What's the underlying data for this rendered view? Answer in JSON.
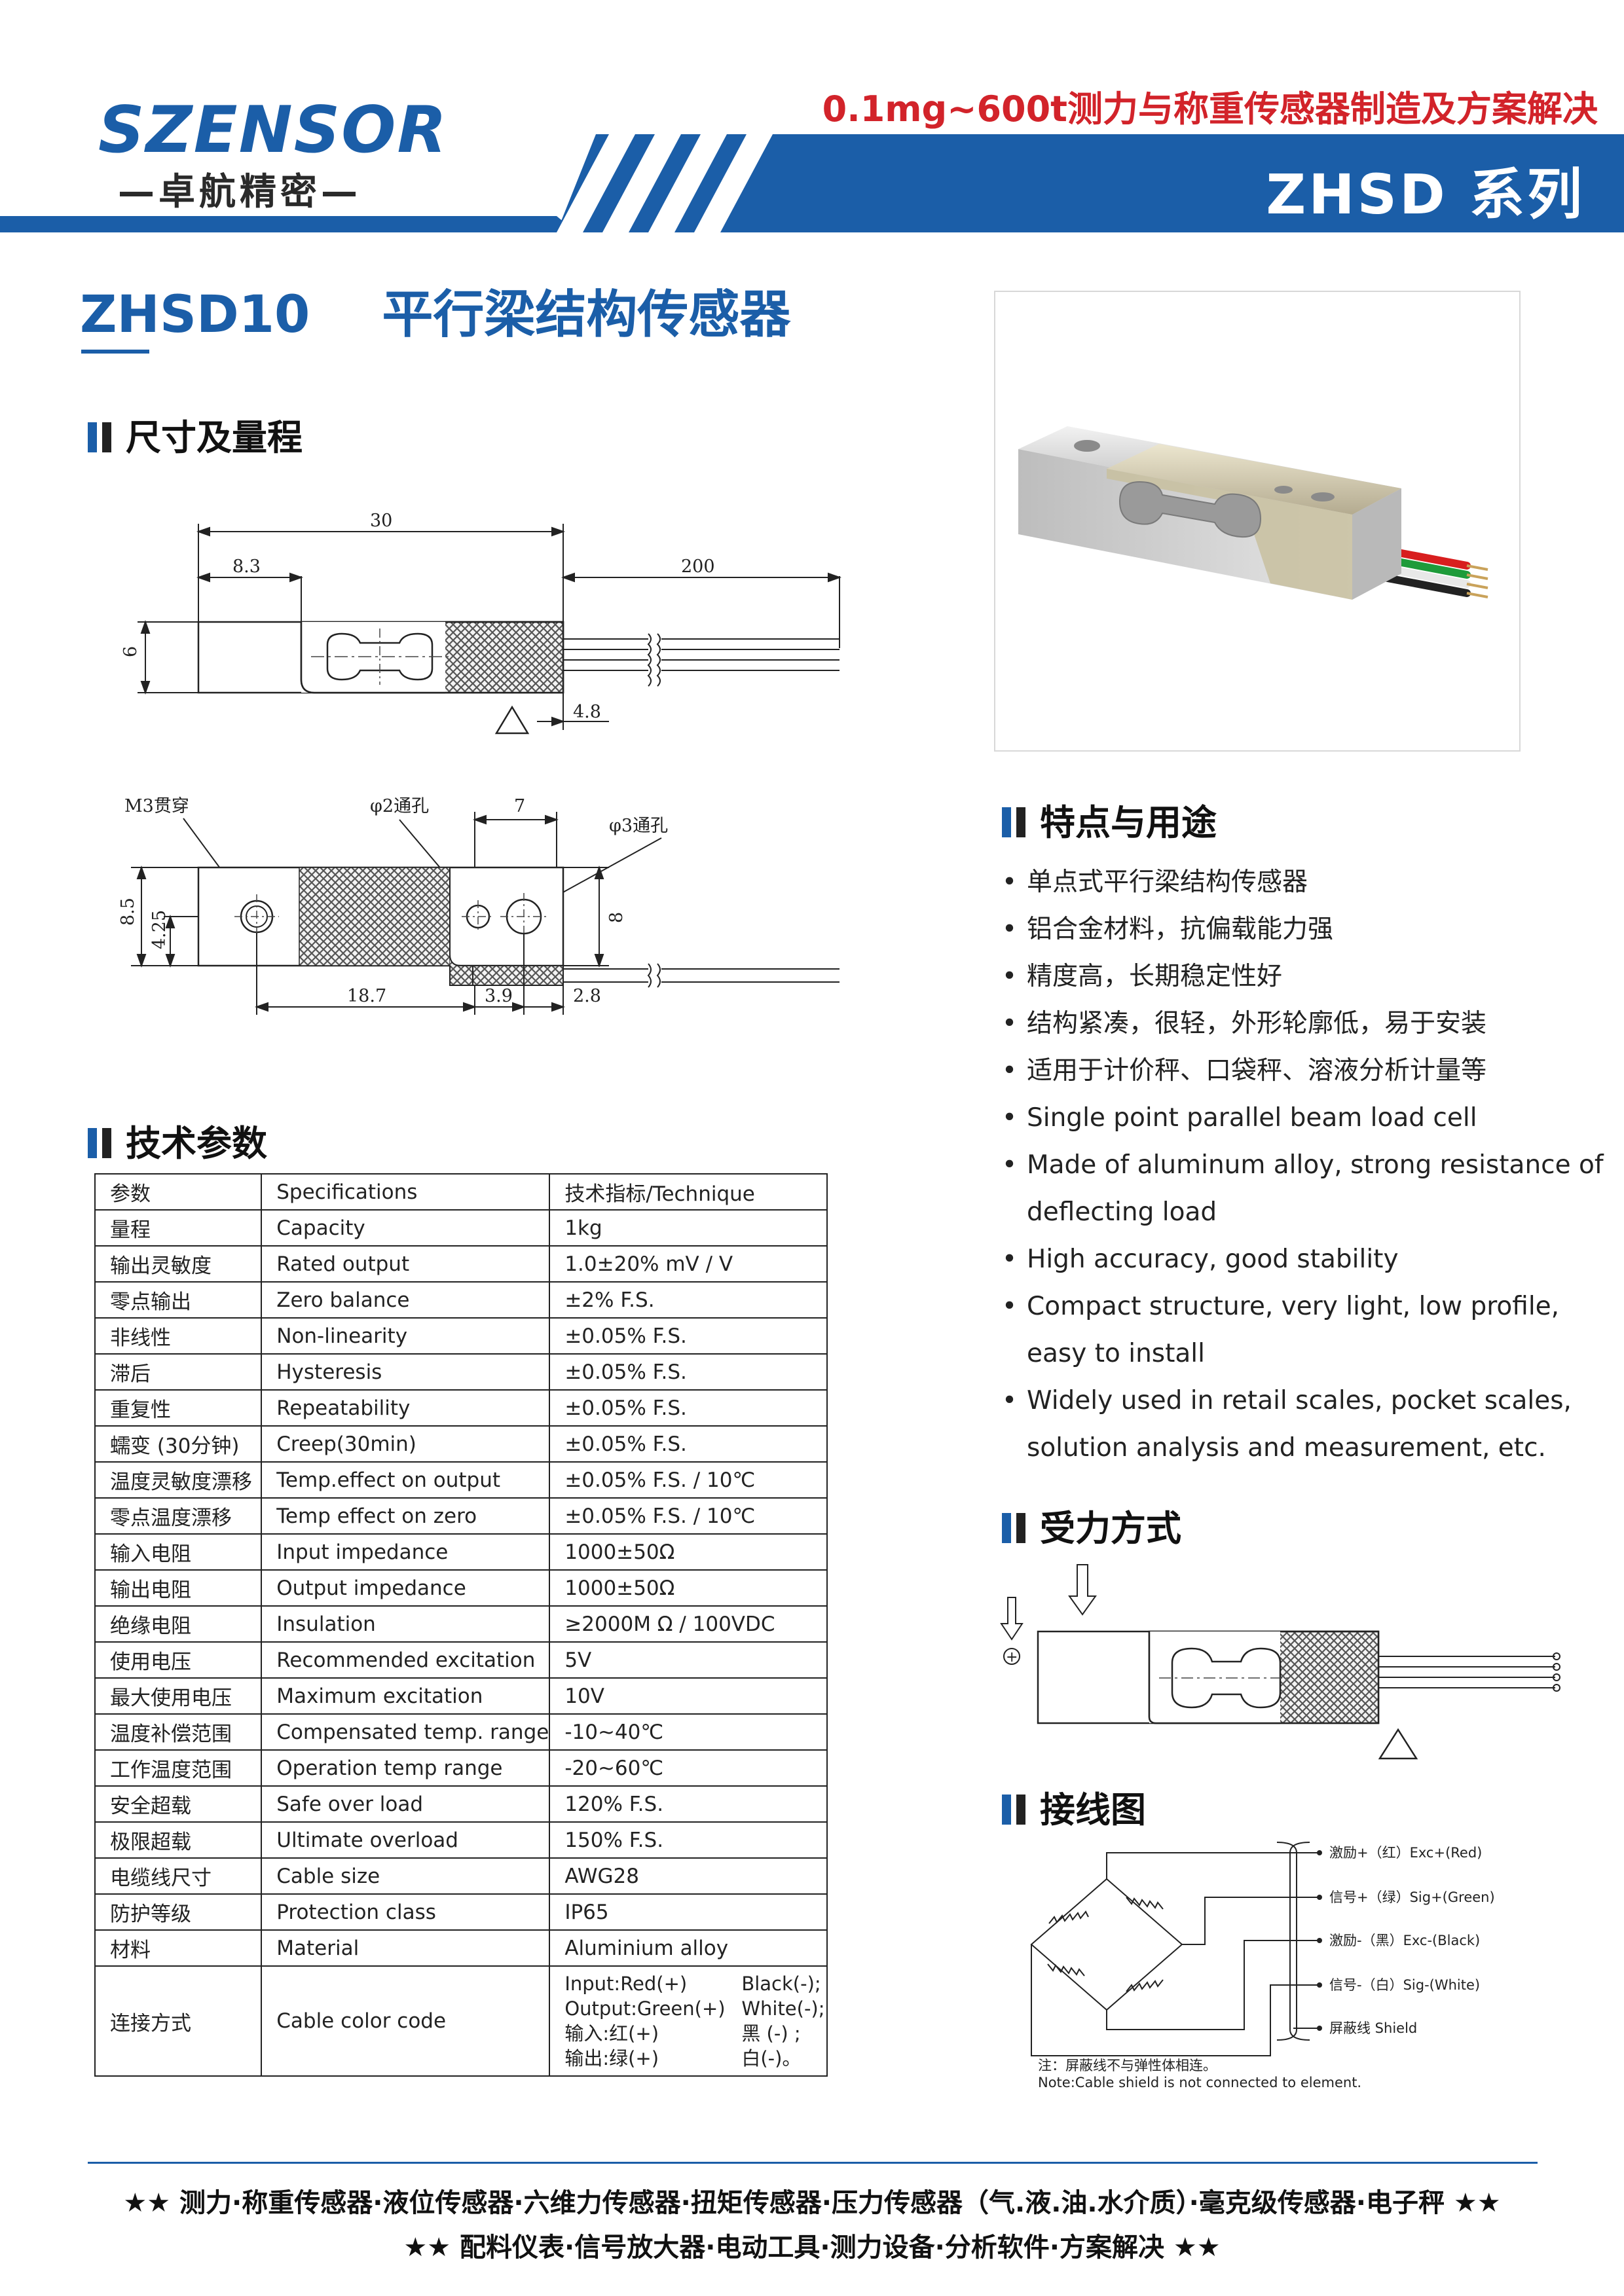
{
  "header": {
    "logo_text": "SZENSOR",
    "logo_sub": "—卓航精密—",
    "slogan": "0.1mg~600t测力与称重传感器制造及方案解决",
    "series": "ZHSD 系列",
    "colors": {
      "brand_blue": "#1b5ea8",
      "slogan_red": "#d2232a"
    }
  },
  "title": {
    "model": "ZHSD10",
    "name": "平行梁结构传感器"
  },
  "sections": {
    "dimensions": "尺寸及量程",
    "tech": "技术参数",
    "features": "特点与用途",
    "load": "受力方式",
    "wiring": "接线图"
  },
  "drawing": {
    "top": {
      "d30": "30",
      "d8_3": "8.3",
      "d200": "200",
      "d6": "6",
      "d4_8": "4.8"
    },
    "bottom": {
      "m3": "M3贯穿",
      "phi2": "φ2通孔",
      "d7": "7",
      "phi3": "φ3通孔",
      "d8_5": "8.5",
      "d4_25": "4.25",
      "d8": "8",
      "d18_7": "18.7",
      "d3_9": "3.9",
      "d2_8": "2.8"
    }
  },
  "spec_table": {
    "header": [
      "参数",
      "Specifications",
      "技术指标/Technique"
    ],
    "rows": [
      [
        "量程",
        "Capacity",
        "1kg"
      ],
      [
        "输出灵敏度",
        "Rated output",
        "1.0±20%  mV / V"
      ],
      [
        "零点输出",
        "Zero balance",
        "±2% F.S."
      ],
      [
        "非线性",
        "Non-linearity",
        "±0.05% F.S."
      ],
      [
        "滞后",
        "Hysteresis",
        "±0.05% F.S."
      ],
      [
        "重复性",
        "Repeatability",
        "±0.05% F.S."
      ],
      [
        "蠕变 (30分钟)",
        "Creep(30min)",
        "±0.05% F.S."
      ],
      [
        "温度灵敏度漂移",
        "Temp.effect on output",
        "±0.05% F.S. / 10℃"
      ],
      [
        "零点温度漂移",
        "Temp effect on zero",
        "±0.05% F.S. / 10℃"
      ],
      [
        "输入电阻",
        "Input impedance",
        "1000±50Ω"
      ],
      [
        "输出电阻",
        "Output impedance",
        "1000±50Ω"
      ],
      [
        "绝缘电阻",
        "Insulation",
        "≥2000M Ω / 100VDC"
      ],
      [
        "使用电压",
        "Recommended excitation",
        "5V"
      ],
      [
        "最大使用电压",
        "Maximum excitation",
        "10V"
      ],
      [
        "温度补偿范围",
        "Compensated temp. range",
        "-10~40℃"
      ],
      [
        "工作温度范围",
        "Operation temp range",
        "-20~60℃"
      ],
      [
        "安全超载",
        "Safe over load",
        "120% F.S."
      ],
      [
        "极限超载",
        "Ultimate overload",
        "150% F.S."
      ],
      [
        "电缆线尺寸",
        "Cable size",
        "AWG28"
      ],
      [
        "防护等级",
        "Protection class",
        "IP65"
      ],
      [
        "材料",
        "Material",
        "Aluminium alloy"
      ]
    ],
    "cable_row": {
      "c1": "连接方式",
      "c2": "Cable color code",
      "lines": [
        [
          "Input:Red(+)",
          "Black(-);"
        ],
        [
          "Output:Green(+)",
          "White(-);"
        ],
        [
          "输入:红(+)",
          "黑 (-) ;"
        ],
        [
          "输出:绿(+)",
          "白(-)。"
        ]
      ]
    }
  },
  "features": [
    "单点式平行梁结构传感器",
    "铝合金材料，抗偏载能力强",
    "精度高，长期稳定性好",
    "结构紧凑，很轻，外形轮廓低，易于安装",
    "适用于计价秤、口袋秤、溶液分析计量等",
    "Single point parallel beam load cell",
    "Made of aluminum alloy, strong resistance of deflecting load",
    "High accuracy, good stability",
    "Compact structure, very light, low profile, easy to install",
    "Widely used in retail scales, pocket scales, solution analysis and measurement, etc."
  ],
  "load_diagram": {
    "plus": "+"
  },
  "wiring": {
    "labels": [
      "激励+（红）Exc+(Red)",
      "信号+（绿）Sig+(Green)",
      "激励-（黑）Exc-(Black)",
      "信号-（白）Sig-(White)",
      "屏蔽线  Shield"
    ],
    "note1": "注：屏蔽线不与弹性体相连。",
    "note2": "Note:Cable shield is not connected to element."
  },
  "footer": {
    "line1": "★★  测力·称重传感器·液位传感器·六维力传感器·扭矩传感器·压力传感器（气.液.油.水介质）·毫克级传感器·电子秤  ★★",
    "line2": "★★  配料仪表·信号放大器·电动工具·测力设备·分析软件·方案解决  ★★"
  }
}
